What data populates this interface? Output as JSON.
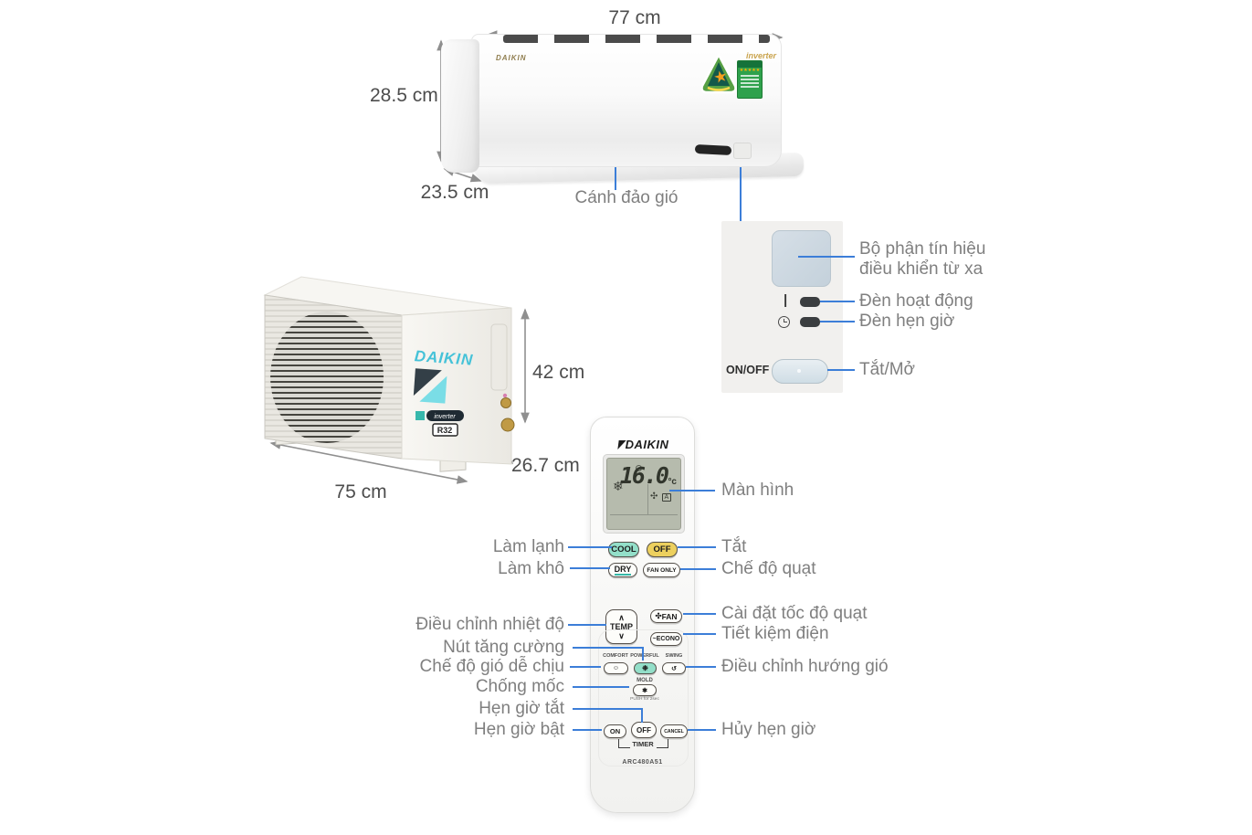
{
  "colors": {
    "accent_blue": "#3c7ed8",
    "label_gray": "#7f7f7f",
    "dim_gray": "#4d4d4d",
    "cool_button": "#93dfc9",
    "off_button": "#edd05e",
    "lcd_green": "#b6bbad",
    "daikin_teal": "#45c2d8"
  },
  "indoor_unit": {
    "brand": "DAIKIN",
    "inverter_logo": "inverter",
    "width_label": "77 cm",
    "height_label": "28.5 cm",
    "depth_label": "23.5 cm",
    "flap_label": "Cánh đảo gió"
  },
  "control_panel": {
    "signal_label_line1": "Bộ phận tín hiệu",
    "signal_label_line2": "điều khiển từ xa",
    "operation_light_label": "Đèn hoạt động",
    "timer_light_label": "Đèn hẹn giờ",
    "onoff_button_text": "ON/OFF",
    "onoff_label": "Tắt/Mở"
  },
  "outdoor_unit": {
    "brand": "DAIKIN",
    "refrigerant_badge": "R32",
    "inverter_badge": "inverter",
    "width_label": "75 cm",
    "height_label": "42 cm",
    "depth_label": "26.7 cm"
  },
  "remote": {
    "brand": "DAIKIN",
    "model": "ARC480A51",
    "display_temp": "16.0",
    "display_temp_unit": "°c",
    "display_mode_letter": "A",
    "buttons": {
      "cool": "COOL",
      "off": "OFF",
      "dry": "DRY",
      "fan_only": "FAN ONLY",
      "temp": "TEMP",
      "fan": "FAN",
      "econo": "ECONO",
      "comfort": "COMFORT",
      "powerful": "POWERFUL",
      "swing": "SWING",
      "mold": "MOLD",
      "mold_sub": "PUSH for 2sec",
      "timer_on": "ON",
      "timer_off": "OFF",
      "timer_cancel": "CANCEL",
      "timer_group": "TIMER"
    }
  },
  "annotations": {
    "left": {
      "lam_lanh": "Làm lạnh",
      "lam_kho": "Làm khô",
      "dieu_chinh_nhiet_do": "Điều chỉnh nhiệt độ",
      "nut_tang_cuong": "Nút tăng cường",
      "che_do_gio_de_chiu": "Chế độ gió dễ chịu",
      "chong_moc": "Chống mốc",
      "hen_gio_tat": "Hẹn giờ tắt",
      "hen_gio_bat": "Hẹn giờ bật"
    },
    "right": {
      "man_hinh": "Màn hình",
      "tat": "Tắt",
      "che_do_quat": "Chế độ quạt",
      "cai_dat_toc_do_quat": "Cài đặt tốc độ quạt",
      "tiet_kiem_dien": "Tiết kiệm điện",
      "dieu_chinh_huong_gio": "Điều chỉnh hướng gió",
      "huy_hen_gio": "Hủy hẹn giờ"
    }
  }
}
